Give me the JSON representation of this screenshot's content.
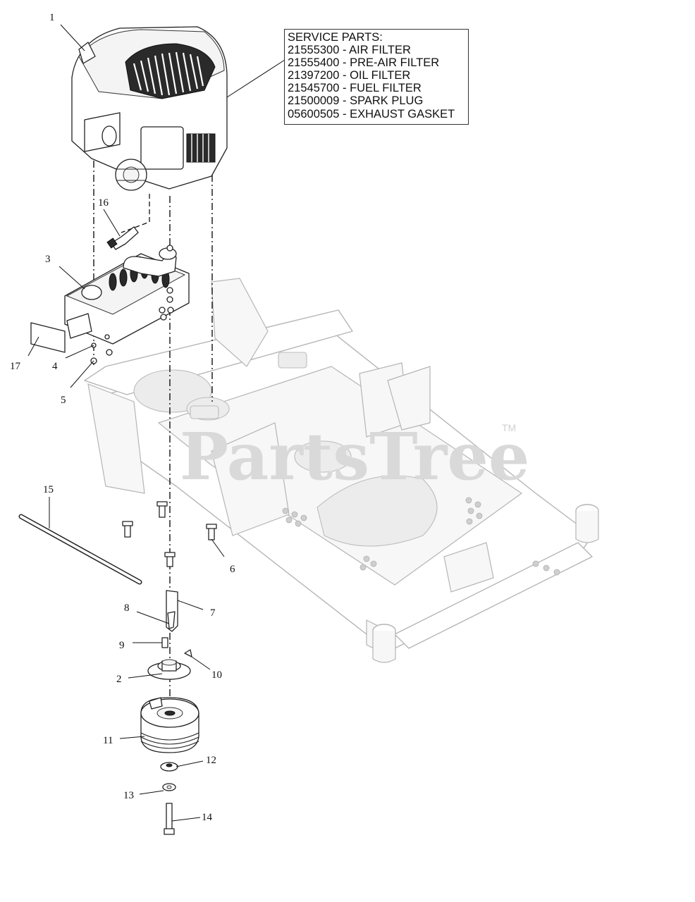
{
  "service_parts": {
    "heading": "SERVICE PARTS:",
    "items": [
      "21555300 - AIR FILTER",
      "21555400 - PRE-AIR FILTER",
      "21397200 - OIL FILTER",
      "21545700 - FUEL FILTER",
      "21500009 - SPARK PLUG",
      "05600505 - EXHAUST GASKET"
    ]
  },
  "callouts": {
    "c1": "1",
    "c2": "2",
    "c3": "3",
    "c4": "4",
    "c5": "5",
    "c6": "6",
    "c7": "7",
    "c8": "8",
    "c9": "9",
    "c10": "10",
    "c11": "11",
    "c12": "12",
    "c13": "13",
    "c14": "14",
    "c15": "15",
    "c16": "16",
    "c17": "17"
  },
  "watermark": {
    "text": "PartsTree",
    "tm": "TM"
  },
  "colors": {
    "ink": "#111111",
    "frame": "#b5b5b5",
    "watermark": "#d9d9d9"
  }
}
